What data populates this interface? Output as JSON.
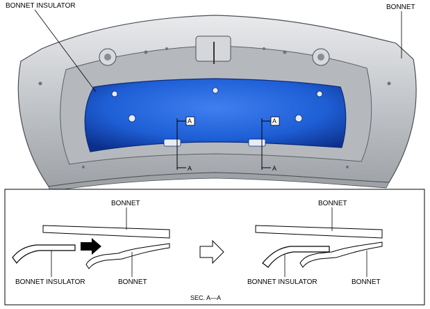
{
  "top_view": {
    "label_insulator": "BONNET INSULATOR",
    "label_bonnet": "BONNET",
    "section_marks": [
      {
        "letter_top": "A",
        "letter_bottom": "A"
      },
      {
        "letter_top": "A",
        "letter_bottom": "A"
      }
    ]
  },
  "section_view": {
    "before": {
      "label_bonnet_top": "BONNET",
      "label_insulator": "BONNET INSULATOR",
      "label_bonnet_bottom": "BONNET"
    },
    "after": {
      "label_bonnet_top": "BONNET",
      "label_insulator": "BONNET INSULATOR",
      "label_bonnet_bottom": "BONNET"
    },
    "caption": "SEC. A—A"
  },
  "colors": {
    "insulator": "#1f5fd6",
    "insulator_dark": "#0b2f8a",
    "bonnet_metal": "#c9ccd0",
    "bonnet_shadow": "#8a8f95"
  }
}
